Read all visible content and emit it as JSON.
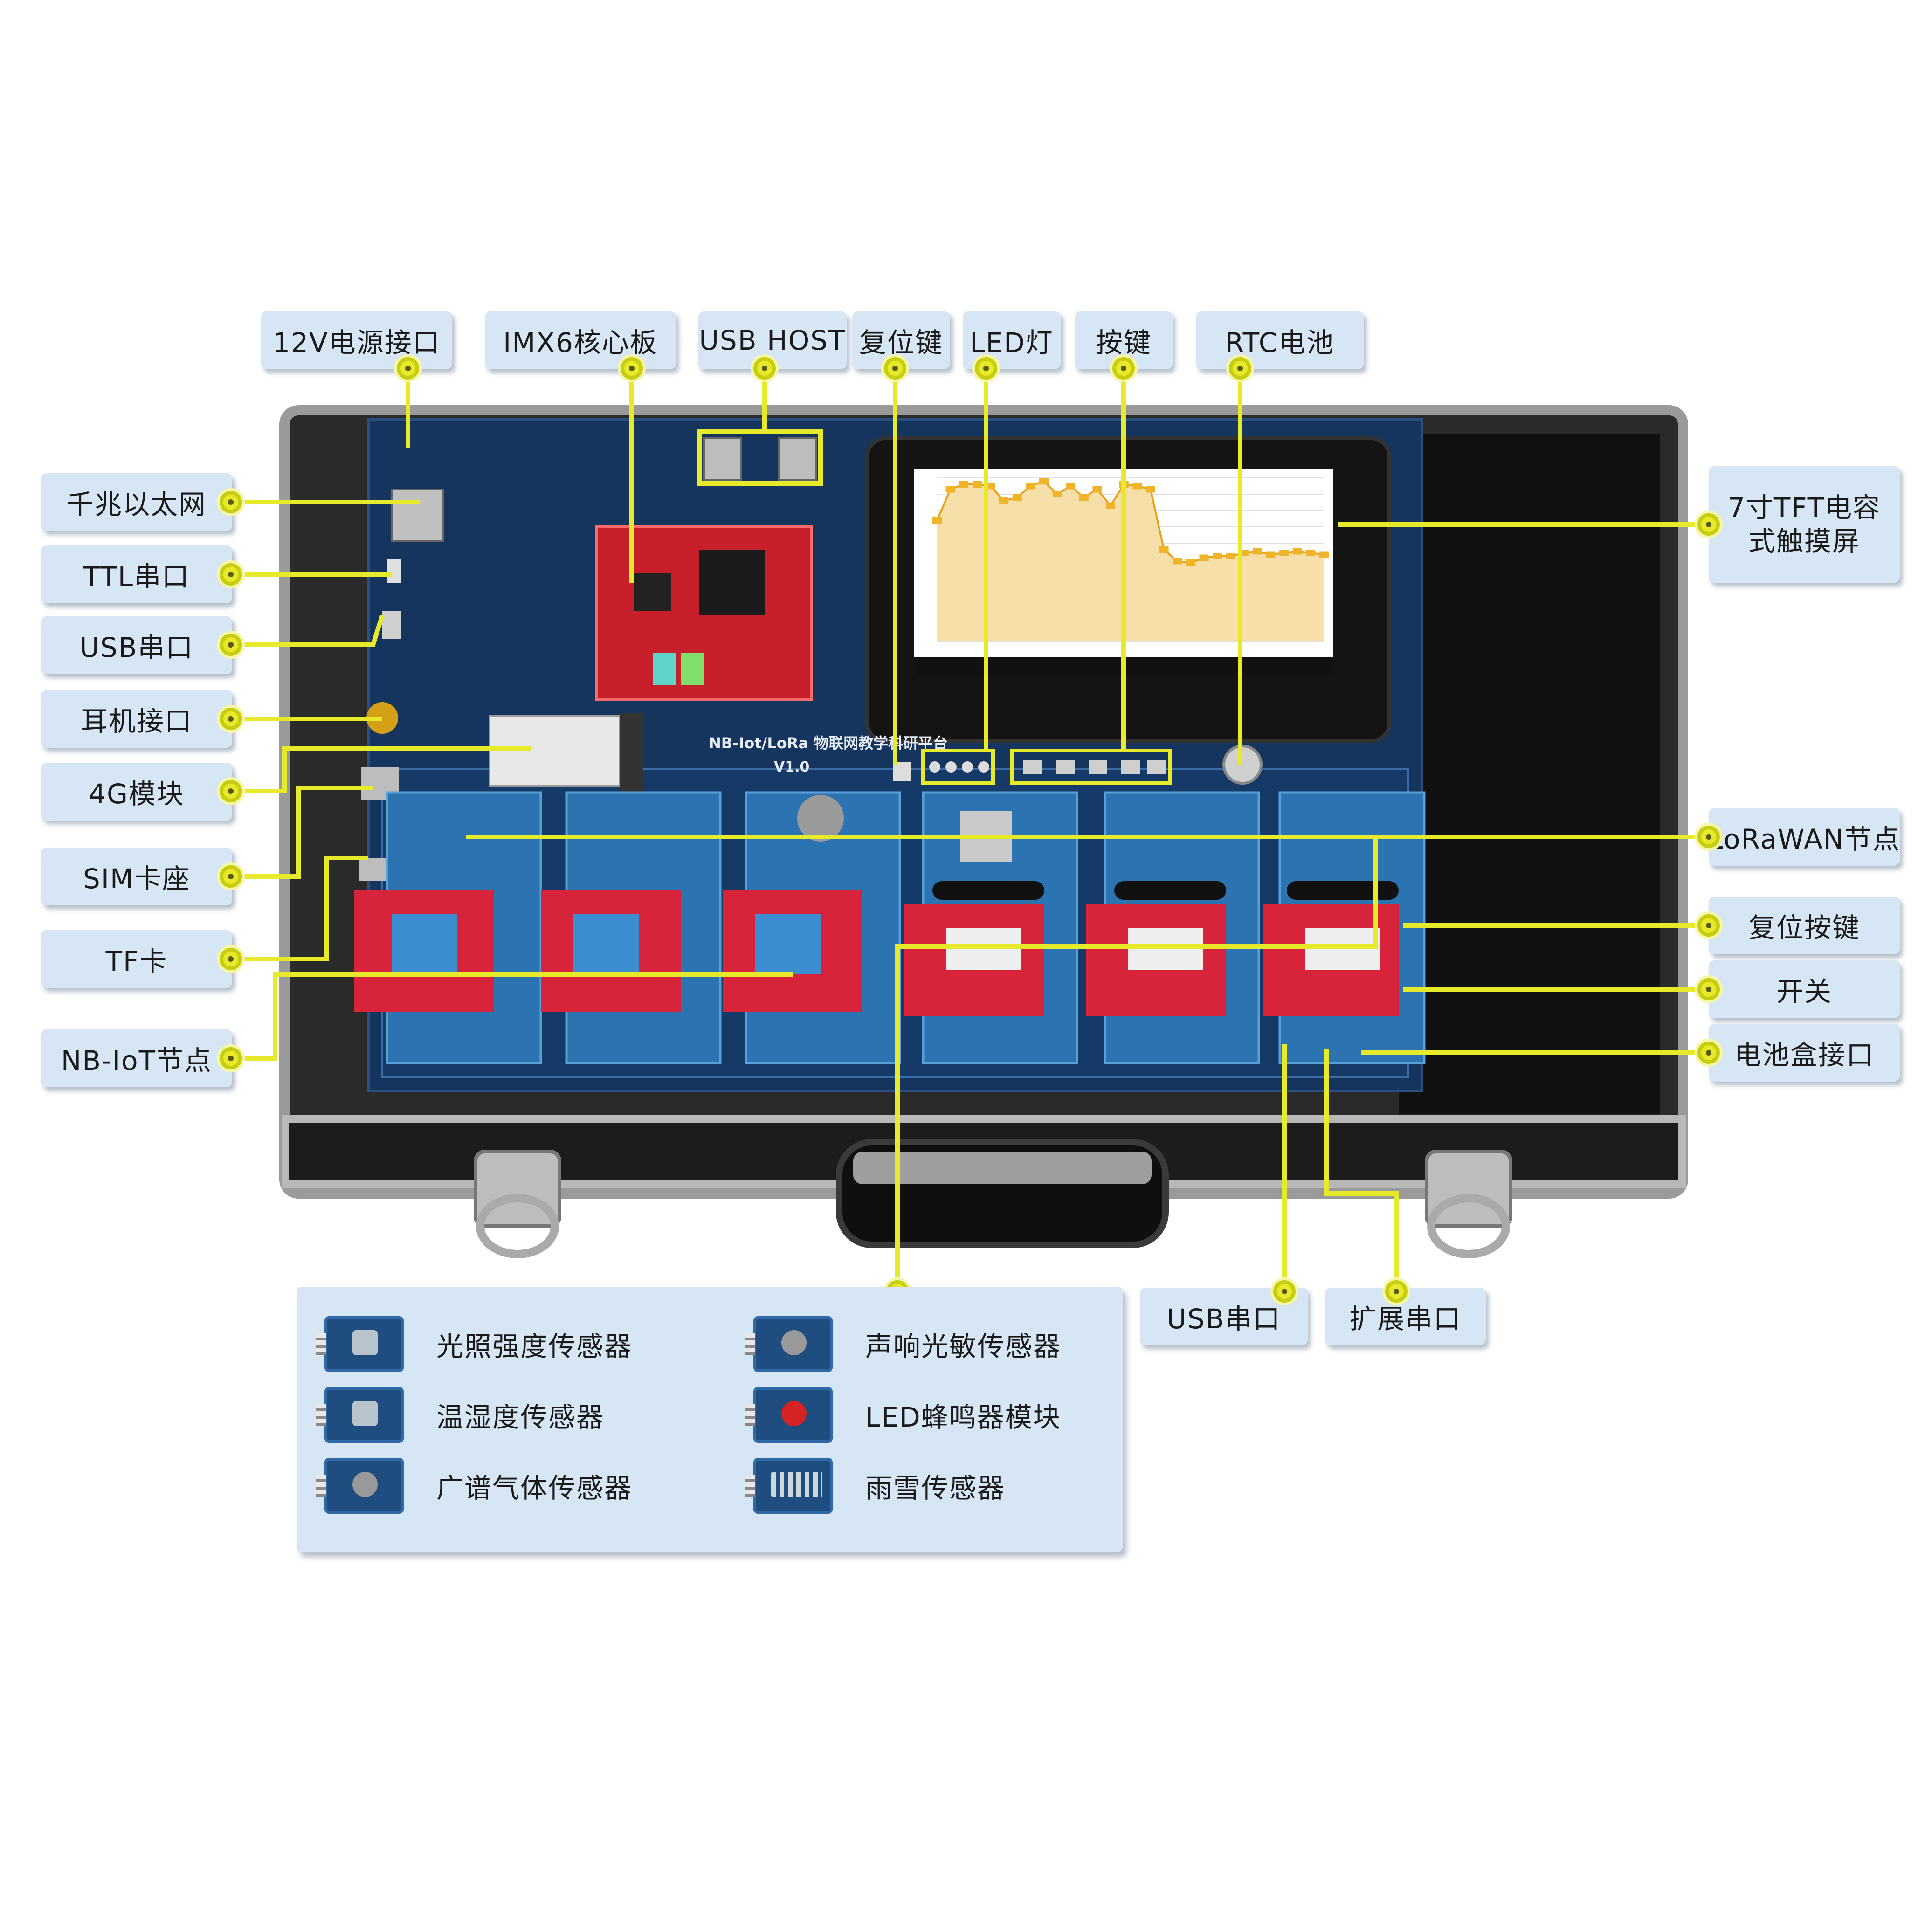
{
  "callouts": {
    "power_12v": "12V电源接口",
    "imx6_core": "IMX6核心板",
    "usb_host": "USB HOST",
    "reset_key": "复位键",
    "led": "LED灯",
    "keys": "按键",
    "rtc_battery": "RTC电池",
    "gigabit_ethernet": "千兆以太网",
    "ttl_serial": "TTL串口",
    "usb_serial_left": "USB串口",
    "headphone": "耳机接口",
    "module_4g": "4G模块",
    "sim_slot": "SIM卡座",
    "tf_card": "TF卡",
    "nb_iot_node": "NB-IoT节点",
    "tft_touch": "7寸TFT电容式触摸屏",
    "lorawan_node": "LoRaWAN节点",
    "reset_button": "复位按键",
    "switch": "开关",
    "battery_box": "电池盒接口",
    "usb_serial_bottom": "USB串口",
    "expansion_serial": "扩展串口"
  },
  "board": {
    "silkscreen_title": "NB-Iot/LoRa 物联网教学科研平台",
    "version": "V1.0"
  },
  "sensors": [
    {
      "name": "光照强度传感器",
      "icon": "light-sensor-icon"
    },
    {
      "name": "声响光敏传感器",
      "icon": "sound-light-sensor-icon"
    },
    {
      "name": "温湿度传感器",
      "icon": "temp-humidity-sensor-icon"
    },
    {
      "name": "LED蜂鸣器模块",
      "icon": "led-buzzer-module-icon"
    },
    {
      "name": "广谱气体传感器",
      "icon": "gas-sensor-icon"
    },
    {
      "name": "雨雪传感器",
      "icon": "rain-snow-sensor-icon"
    }
  ],
  "screen_chart": {
    "type": "line",
    "values": [
      148,
      186,
      192,
      192,
      190,
      172,
      176,
      190,
      196,
      180,
      190,
      176,
      186,
      166,
      192,
      190,
      186,
      112,
      98,
      96,
      102,
      104,
      104,
      108,
      110,
      106,
      108,
      110,
      108,
      106
    ],
    "ylim": [
      0,
      200
    ]
  },
  "colors": {
    "label_bg": "#d7e6f4",
    "callout_yellow": "#e6ea2a",
    "pcb_blue": "#15345e",
    "core_board_red": "#c8202a"
  }
}
